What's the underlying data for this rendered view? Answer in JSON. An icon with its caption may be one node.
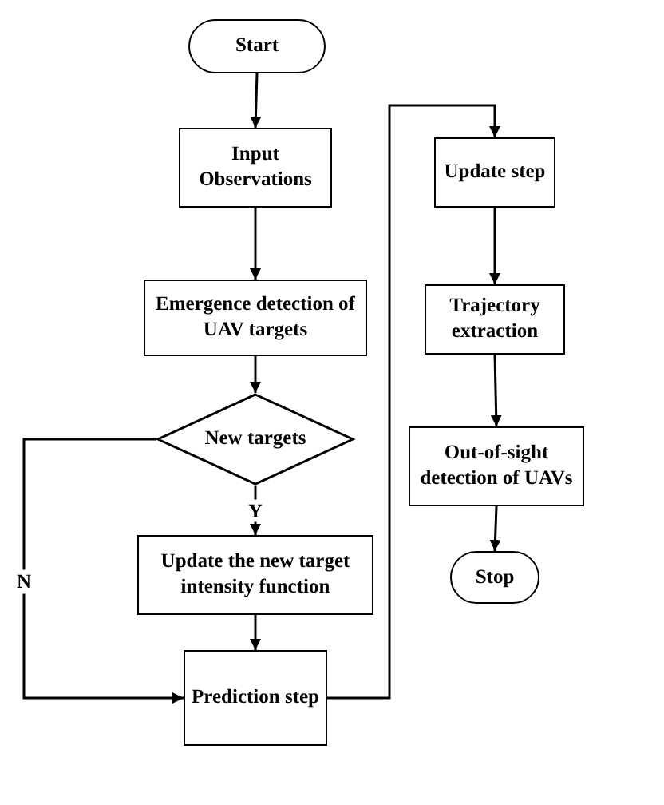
{
  "diagram": {
    "nodes": [
      {
        "text": [
          "Start"
        ]
      },
      {
        "text": [
          "Input Observations"
        ]
      },
      {
        "text": [
          "Emergence detection of UAV targets"
        ]
      },
      {
        "text": [
          "New targets"
        ]
      },
      {
        "text": [
          "Update the new target intensity function"
        ]
      },
      {
        "text": [
          "Prediction step"
        ]
      },
      {
        "text": [
          "Update step"
        ]
      },
      {
        "text": [
          "Trajectory extraction"
        ]
      },
      {
        "text": [
          "Out-of-sight detection of UAVs"
        ]
      },
      {
        "text": [
          "Stop"
        ]
      }
    ],
    "edges": [
      {
        "from": 0,
        "to": 1,
        "arrow": "to"
      },
      {
        "from": 1,
        "to": 2,
        "arrow": "to"
      },
      {
        "from": 2,
        "to": 3,
        "arrow": "to"
      },
      {
        "from": 3,
        "to": 4,
        "arrow": "to",
        "label": "Y"
      },
      {
        "from": 3,
        "to": 5,
        "arrow": "to",
        "label": "N"
      },
      {
        "from": 4,
        "to": 5,
        "arrow": "to"
      },
      {
        "from": 5,
        "to": 6,
        "arrow": "to"
      },
      {
        "from": 6,
        "to": 7,
        "arrow": "to"
      },
      {
        "from": 7,
        "to": 8,
        "arrow": "to"
      },
      {
        "from": 8,
        "to": 9,
        "arrow": "to"
      }
    ]
  }
}
